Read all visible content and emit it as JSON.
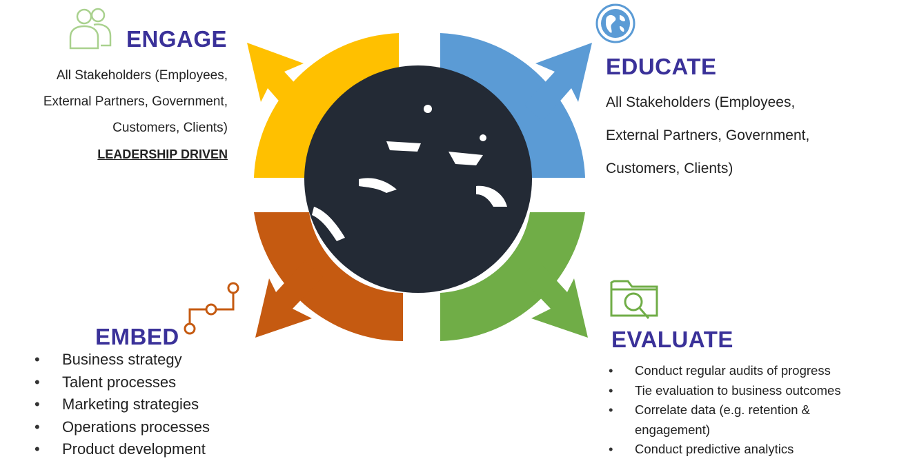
{
  "engage": {
    "title": "ENGAGE",
    "lines": [
      "All Stakeholders (Employees,",
      "External Partners, Government,",
      "Customers, Clients)"
    ],
    "emphasis": "LEADERSHIP DRIVEN",
    "icon": "people-icon",
    "color": "#3a3199"
  },
  "educate": {
    "title": "EDUCATE",
    "lines": [
      "All Stakeholders (Employees,",
      "External Partners, Government,",
      "Customers, Clients)"
    ],
    "icon": "globe-icon"
  },
  "embed": {
    "title": "EMBED",
    "items": [
      "Business strategy",
      "Talent processes",
      "Marketing strategies",
      "Operations processes",
      "Product development"
    ],
    "icon": "step-path-icon"
  },
  "evaluate": {
    "title": "EVALUATE",
    "items": [
      "Conduct regular audits of progress",
      "Tie evaluation to business outcomes",
      "Correlate data (e.g. retention & engagement)",
      "Conduct predictive analytics"
    ],
    "icon": "folder-search-icon"
  },
  "colors": {
    "yellow": "#ffc000",
    "blue": "#5b9bd5",
    "orange": "#c55a11",
    "green": "#70ad47",
    "globe": "#232a35",
    "heading": "#3a3199"
  }
}
